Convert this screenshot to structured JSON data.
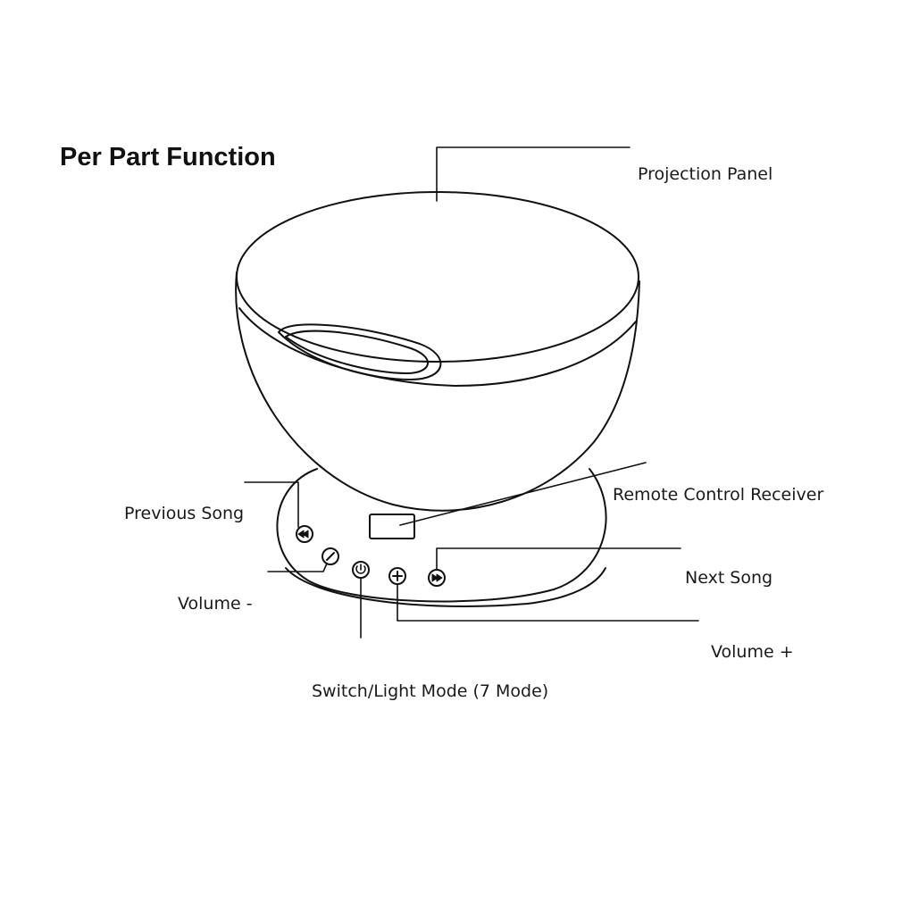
{
  "title": "Per Part Function",
  "labels": {
    "projection_panel": "Projection Panel",
    "remote_control_receiver": "Remote Control Receiver",
    "previous_song": "Previous Song",
    "volume_minus": "Volume -",
    "next_song": "Next Song",
    "volume_plus": "Volume +",
    "switch_light_mode": "Switch/Light Mode (7 Mode)"
  },
  "colors": {
    "ink": "#111111",
    "background": "#ffffff"
  },
  "icons": {
    "previous": "previous-song-icon",
    "minus": "volume-minus-icon",
    "power": "power-icon",
    "plus": "volume-plus-icon",
    "next": "next-song-icon"
  }
}
